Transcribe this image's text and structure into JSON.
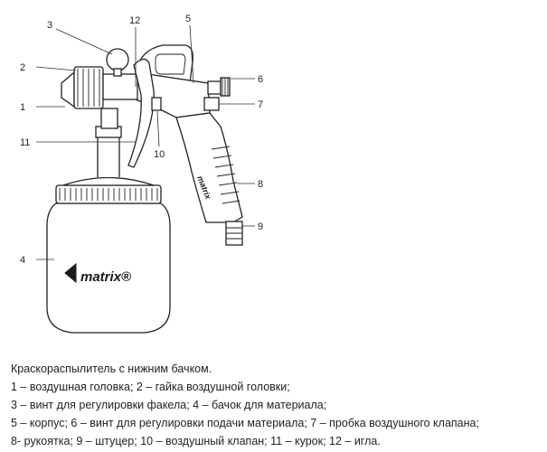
{
  "diagram": {
    "callouts": [
      "1",
      "2",
      "3",
      "4",
      "5",
      "6",
      "7",
      "8",
      "9",
      "10",
      "11",
      "12"
    ],
    "brand_handle": "matrix",
    "brand_cup": "matrix®"
  },
  "caption": {
    "title": "Краскораспылитель с нижним бачком.",
    "lines": [
      "1 – воздушная головка; 2 – гайка воздушной головки;",
      "3 – винт для регулировки факела; 4 – бачок для материала;",
      "5 – корпус; 6 – винт для регулировки подачи материала; 7 – пробка воздушного клапана;",
      "8- рукоятка; 9 – штуцер; 10 – воздушный клапан; 11 – курок; 12 – игла."
    ]
  }
}
